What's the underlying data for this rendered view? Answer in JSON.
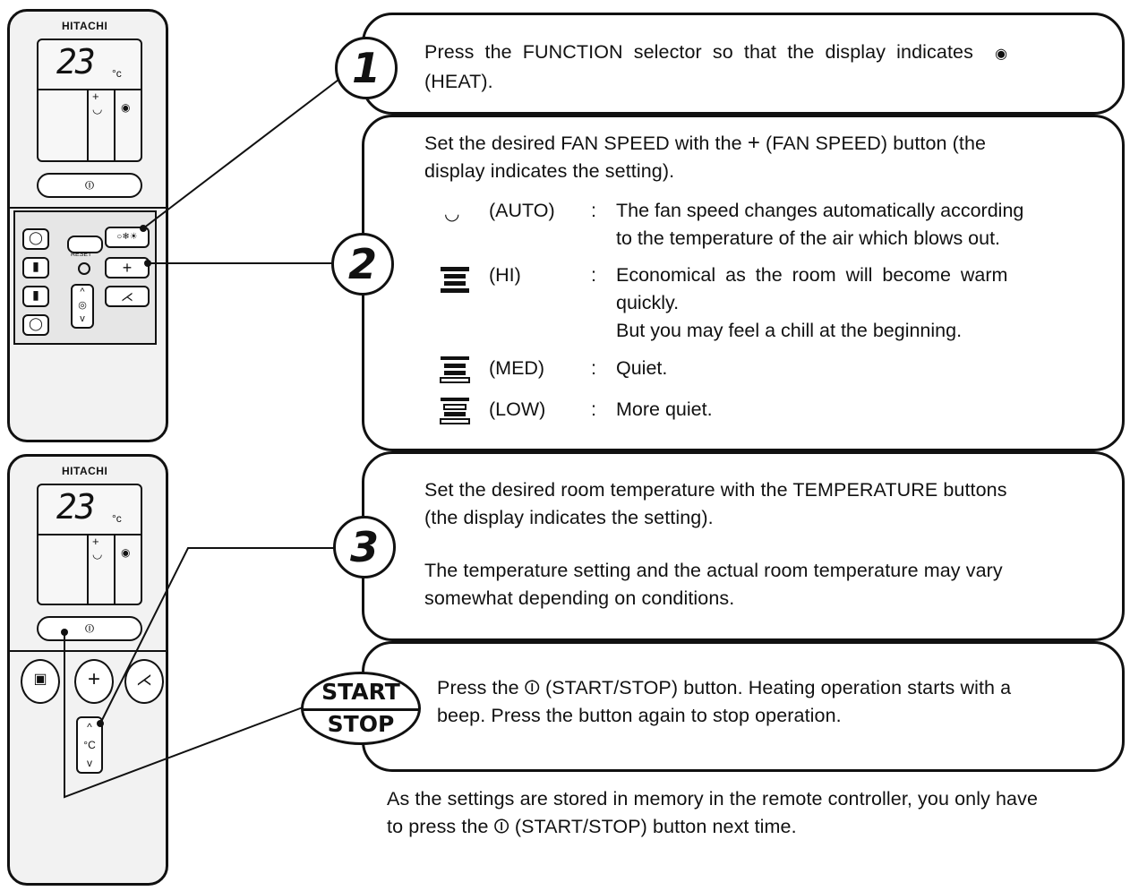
{
  "remotes": {
    "brand": "HITACHI",
    "display_temp": "23",
    "display_unit": "°c",
    "reset_label": "RESET",
    "temp_button_unit": "°C"
  },
  "steps": [
    {
      "number": "1",
      "lines": [
        "Press the FUNCTION selector so that the display indicates",
        "(HEAT)."
      ]
    },
    {
      "number": "2",
      "intro": [
        "Set the desired FAN SPEED with the",
        "(FAN SPEED) button (the",
        "display indicates the setting)."
      ],
      "fan_modes": [
        {
          "icon": "fan-auto-icon",
          "label": "(AUTO)",
          "colon": ":",
          "desc": [
            "The fan speed changes automatically according",
            "to the temperature of the air which blows out."
          ]
        },
        {
          "icon": "fan-hi-icon",
          "label": "(HI)",
          "colon": ":",
          "desc": [
            "Economical as the room will become warm",
            "quickly.",
            "But you may feel a chill at the beginning."
          ]
        },
        {
          "icon": "fan-med-icon",
          "label": "(MED)",
          "colon": ":",
          "desc": [
            "Quiet."
          ]
        },
        {
          "icon": "fan-low-icon",
          "label": "(LOW)",
          "colon": ":",
          "desc": [
            "More quiet."
          ]
        }
      ]
    },
    {
      "number": "3",
      "paragraphs": [
        [
          "Set the desired room temperature with the TEMPERATURE buttons",
          "(the display indicates the setting)."
        ],
        [
          "The temperature setting and the actual room temperature may vary",
          "somewhat depending on conditions."
        ]
      ]
    },
    {
      "badge_top": "START",
      "badge_bottom": "STOP",
      "lines": [
        "Press the",
        "(START/STOP) button. Heating operation starts with a",
        "beep. Press the button again to stop operation."
      ]
    }
  ],
  "footnote": {
    "line1": "As the settings are stored in memory in the remote controller, you only have",
    "line2_pre": "to press the",
    "line2_post": "(START/STOP) button next time."
  }
}
